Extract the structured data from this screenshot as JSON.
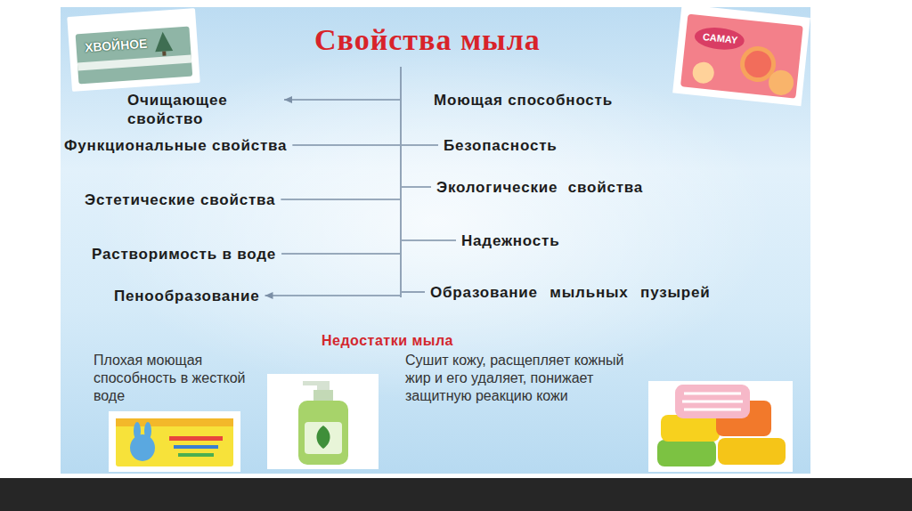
{
  "diagram": {
    "title": "Свойства мыла",
    "labels": [
      "ХВОЙНОЕ",
      "CAMAY",
      "Очищающее свойство",
      "Моющая способность",
      "Функциональные свойства",
      "Безопасность",
      "Эстетические свойства",
      "Экологические свойства",
      "Растворимость в воде",
      "Надежность",
      "Пенообразование",
      "Образование мыльных пузырей",
      "Недостатки мыла",
      "Плохая моющая способность в жесткой воде",
      "Сушит кожу, расщепляет кожный жир и его удаляет, понижает защитную реакцию кожи"
    ]
  }
}
